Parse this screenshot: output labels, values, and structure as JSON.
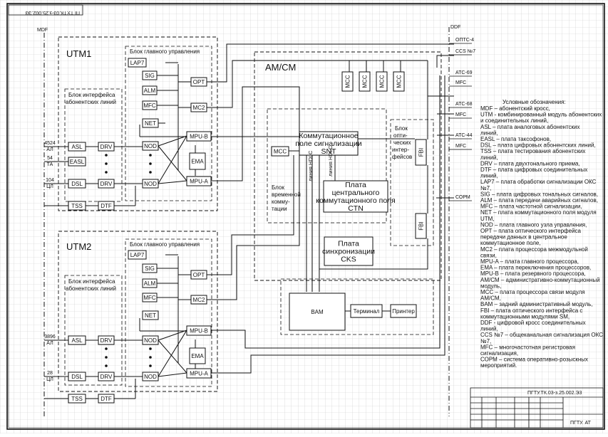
{
  "stamp_top": "ПГТУ.ТК.03-з.25.002.Э3",
  "stamp_bottom": "ПГТУ.ТК.03-з.25.002.Э3",
  "stamp_corner": "ПГТУ. АТ",
  "mdf": "MDF",
  "ddf": "DDF",
  "utm1": {
    "title": "UTM1",
    "main_block": "Блок главного управления",
    "iface_block": "Блок интерфейса абонентских линий",
    "lines": {
      "al": "4524 АЛ",
      "ta": "54 ТА",
      "cl": "104 ЦЛ"
    },
    "asl": "ASL",
    "easl": "EASL",
    "dsl": "DSL",
    "drv": "DRV",
    "drv2": "DRV",
    "tss": "TSS",
    "dtf": "DTF",
    "nod1": "NOD",
    "nod2": "NOD",
    "lap": "LAP7",
    "sig": "SIG",
    "alm": "ALM",
    "mfc": "MFC",
    "net": "NET",
    "mpub": "MPU-B",
    "mpua": "MPU-A",
    "ema": "EMA",
    "opt": "OPT",
    "mc2": "MC2"
  },
  "utm2": {
    "title": "UTM2",
    "main_block": "Блок главного управления",
    "iface_block": "Блок интерфейса абонентских линий",
    "lines": {
      "al": "3896 АЛ",
      "cl": "28 ЦЛ"
    },
    "asl": "ASL",
    "dsl": "DSL",
    "drv": "DRV",
    "drv2": "DRV",
    "tss": "TSS",
    "dtf": "DTF",
    "nod1": "NOD",
    "nod2": "NOD",
    "lap": "LAP7",
    "sig": "SIG",
    "alm": "ALM",
    "mfc": "MFC",
    "net": "NET",
    "mpub": "MPU-B",
    "mpua": "MPU-A",
    "ema": "EMA",
    "opt": "OPT",
    "mc2": "MC2"
  },
  "amcm": {
    "title": "AM/CM",
    "snt": "Коммутационное поле сигнализации SNT",
    "ctn": "Плата центрального коммутационного поля CTN",
    "cks": "Плата синхронизации CKS",
    "mcc_side": "MCC",
    "mcc_top": [
      "MCC",
      "MCC",
      "MCC",
      "MCC"
    ],
    "time_block": "Блок временной коммутации",
    "optic_block": "Блок оптических интерфейсов",
    "fbi1": "FBI",
    "fbi2": "FBI",
    "bam": "BAM",
    "terminal": "Терминал",
    "printer": "Принтер",
    "hdlc1": "линия HDLC",
    "hdlc2": "линия HDLC"
  },
  "right_links": [
    "ОПТС-4",
    "CCS №7",
    "АТС-69",
    "MFC",
    "АТС-68",
    "MFC",
    "АТС-44",
    "MFC",
    "СОРМ"
  ],
  "legend": {
    "title": "Условные обозначения:",
    "items": [
      "MDF – абонентский кросс,",
      "UTM - комбинированный модуль абонентских и соединительных линий,",
      "ASL – плата аналоговых абонентских линий,",
      "EASL – плата таксофонов,",
      "DSL – плата цифровых абонентских линий,",
      "TSS – плата тестирования абонентских линий,",
      "DRV – плата двухтонального приема,",
      "DTF – плата цифровых соединительных линий,",
      "LAP7 – плата обработки сигнализации ОКС №7,",
      "SIG – плата цифровых тональных сигналов,",
      "ALM – плата передачи аварийных сигналов,",
      "MFC – плата частотной сигнализации,",
      "NET – плата коммутационного поля модуля UTM,",
      "NOD – плата главного узла управления,",
      "OPT – плата оптического интерфейса передачи данных в центральное коммутационное поле,",
      "MC2 – плата процессора межмодульной связи,",
      "MPU-A – плата главного процессора,",
      "EMA – плата переключения процессоров,",
      "MPU-B – плата резервного процессора,",
      "AM/CM – административно-коммутационный модуль,",
      "MCC – плата процессора связи модуля AM/CM,",
      "BAM – задний административный модуль,",
      "FBI – плата оптического интерфейса с коммутационными модулями SM,",
      "DDF - цифровой кросс соединительных линий,",
      "CCS №7 – общеканальная сигнализация ОКС №7,",
      "MFC – многочастотная регистровая сигнализация,",
      "СОРМ – система оперативно-розыскных мероприятий."
    ]
  }
}
